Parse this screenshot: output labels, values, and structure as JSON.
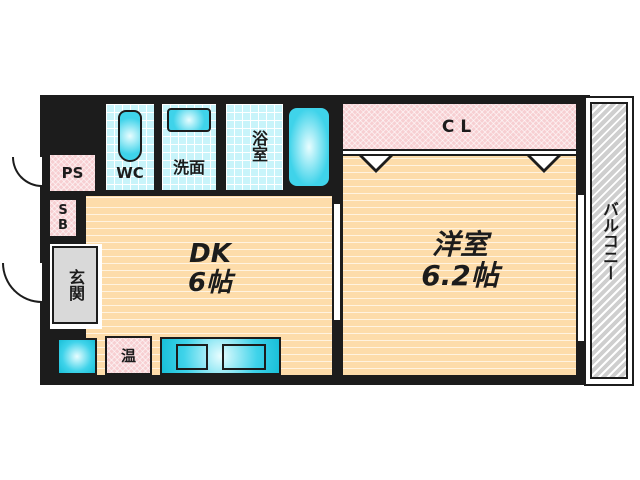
{
  "floorplan": {
    "rooms": {
      "ps": {
        "label": "PS"
      },
      "wc": {
        "label": "WC"
      },
      "washroom": {
        "label": "洗面"
      },
      "bathroom": {
        "label": "浴室"
      },
      "closet": {
        "label": "CL"
      },
      "sb": {
        "label": "SB"
      },
      "entrance": {
        "label": "玄関"
      },
      "dk": {
        "label": "DK",
        "size": "6帖"
      },
      "western_room": {
        "label": "洋室",
        "size": "6.2帖"
      },
      "balcony": {
        "label": "バルコニー"
      },
      "water_heater": {
        "label": "温"
      }
    },
    "colors": {
      "wall": "#1c1c1c",
      "floor": "#fddcaa",
      "tile": "#c8f4fa",
      "storage": "#f7cfd2",
      "balcony": "#cfcfcf",
      "fixture": "#3fd3ea",
      "entrance": "#d9d9d9"
    }
  }
}
